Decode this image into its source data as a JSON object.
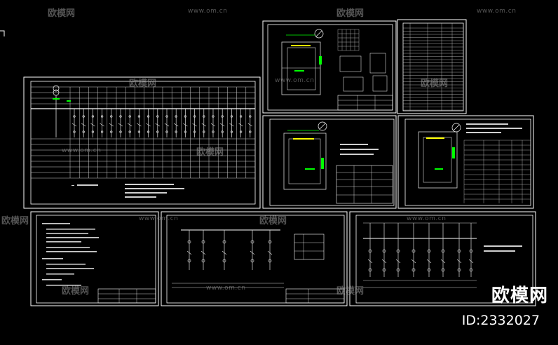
{
  "brand": {
    "name": "欧模网",
    "id_text": "ID:2332027",
    "watermark_logo": "欧模网",
    "watermark_url": "www.om.cn"
  },
  "colors": {
    "background": "#000000",
    "sheet_border": "#ffffff",
    "drawing_line": "#d8d8d8",
    "accent_green": "#00ff00",
    "accent_yellow": "#ffff00",
    "accent_red": "#ff3030",
    "accent_cyan": "#00ffff",
    "watermark": "#9a9a9a"
  },
  "sheets": [
    {
      "name": "main-distribution-schematic",
      "kind": "schematic"
    },
    {
      "name": "cabinet-layout-top",
      "kind": "layout"
    },
    {
      "name": "equipment-list-table",
      "kind": "table"
    },
    {
      "name": "cabinet-layout-middle",
      "kind": "layout"
    },
    {
      "name": "cabinet-layout-right",
      "kind": "layout"
    },
    {
      "name": "design-notes",
      "kind": "notes"
    },
    {
      "name": "single-line-diagram",
      "kind": "schematic"
    },
    {
      "name": "feeder-diagram",
      "kind": "schematic"
    }
  ]
}
